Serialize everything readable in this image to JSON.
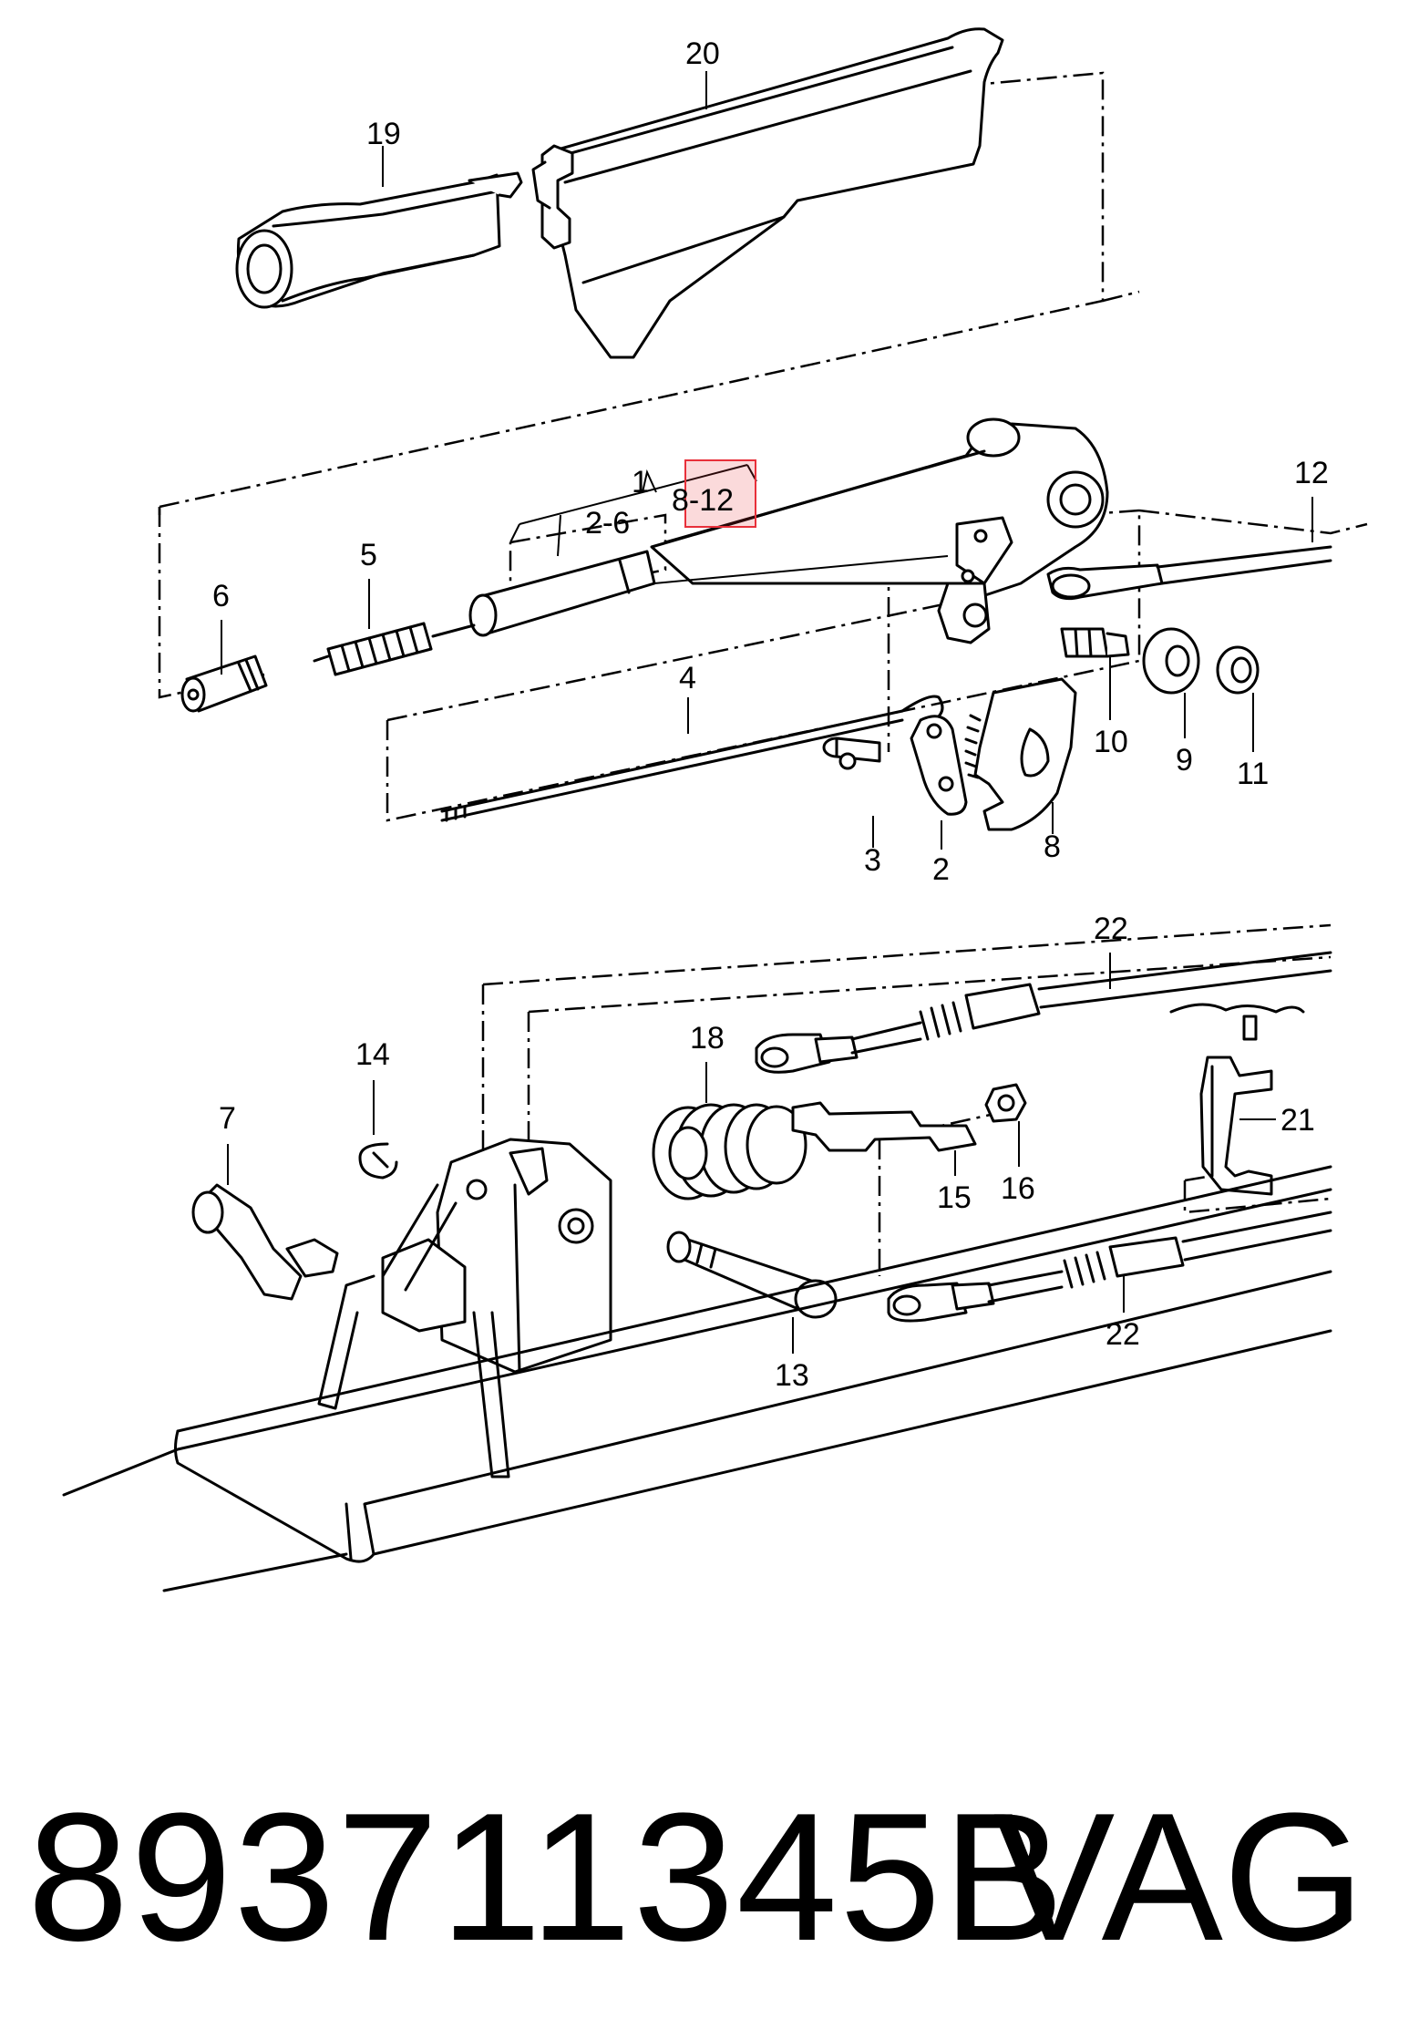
{
  "diagram": {
    "callouts": [
      {
        "key": "c20",
        "text": "20"
      },
      {
        "key": "c19",
        "text": "19"
      },
      {
        "key": "c1",
        "text": "1"
      },
      {
        "key": "c2_6",
        "text": "2-6"
      },
      {
        "key": "c8_12",
        "text": "8-12"
      },
      {
        "key": "c12",
        "text": "12"
      },
      {
        "key": "c5",
        "text": "5"
      },
      {
        "key": "c6",
        "text": "6"
      },
      {
        "key": "c4",
        "text": "4"
      },
      {
        "key": "c3",
        "text": "3"
      },
      {
        "key": "c2",
        "text": "2"
      },
      {
        "key": "c8",
        "text": "8"
      },
      {
        "key": "c10",
        "text": "10"
      },
      {
        "key": "c9",
        "text": "9"
      },
      {
        "key": "c11",
        "text": "11"
      },
      {
        "key": "c22a",
        "text": "22"
      },
      {
        "key": "c18",
        "text": "18"
      },
      {
        "key": "c14",
        "text": "14"
      },
      {
        "key": "c7",
        "text": "7"
      },
      {
        "key": "c21",
        "text": "21"
      },
      {
        "key": "c15",
        "text": "15"
      },
      {
        "key": "c16",
        "text": "16"
      },
      {
        "key": "c13",
        "text": "13"
      },
      {
        "key": "c22b",
        "text": "22"
      }
    ],
    "highlight_color": "#e8303a"
  },
  "footer": {
    "part_number": "893711345B",
    "brand": "VAG"
  }
}
